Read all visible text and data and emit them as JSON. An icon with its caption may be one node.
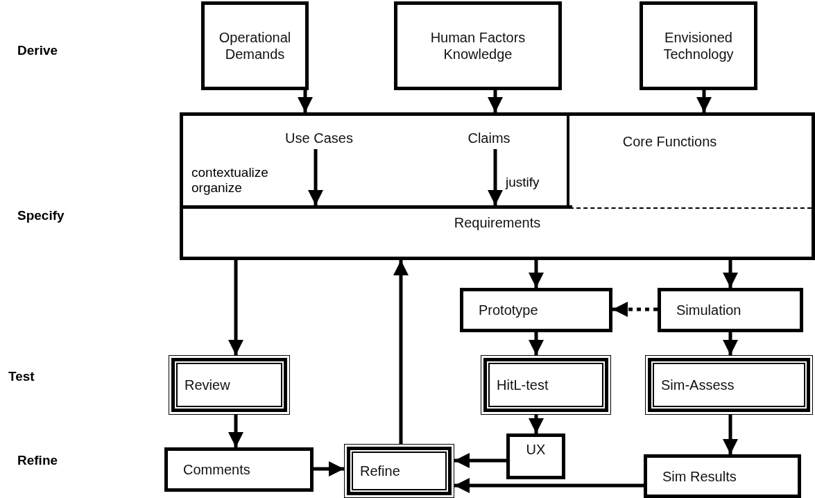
{
  "diagram": {
    "nodes": [
      {
        "text": [
          "Operational Demands"
        ]
      },
      {
        "text": [
          "Human Factors Knowledge"
        ]
      },
      {
        "text": [
          "Envisioned Technology"
        ]
      },
      {
        "text": [],
        "shape": "box"
      },
      {
        "text": [],
        "shape": "box",
        "in": 3
      },
      {
        "text": [
          "Use Cases"
        ],
        "in": 4
      },
      {
        "text": [
          "Claims"
        ],
        "in": 4
      },
      {
        "text": [
          "Core Functions"
        ],
        "in": 3
      },
      {
        "text": [
          "Requirements"
        ],
        "in": 3
      },
      {
        "text": [
          "Prototype"
        ]
      },
      {
        "text": [
          "Simulation"
        ]
      },
      {
        "text": [
          "Review"
        ]
      },
      {
        "text": [
          "HitL-test"
        ]
      },
      {
        "text": [
          "Sim-Assess"
        ]
      },
      {
        "text": [
          "Comments"
        ]
      },
      {
        "text": [
          "Refine"
        ]
      },
      {
        "text": [
          "UX"
        ]
      },
      {
        "text": [
          "Sim Results"
        ]
      }
    ],
    "edges": [
      {
        "from": 0,
        "to": 4,
        "arrow": "to"
      },
      {
        "from": 1,
        "to": 4,
        "arrow": "to"
      },
      {
        "from": 2,
        "to": 7,
        "arrow": "to"
      },
      {
        "from": 5,
        "to": 8,
        "arrow": "to",
        "label": "contextualize organize"
      },
      {
        "from": 6,
        "to": 8,
        "arrow": "to",
        "label": "justify"
      },
      {
        "from": 8,
        "to": 11,
        "arrow": "to"
      },
      {
        "from": 15,
        "to": 8,
        "arrow": "to"
      },
      {
        "from": 8,
        "to": 9,
        "arrow": "to"
      },
      {
        "from": 8,
        "to": 10,
        "arrow": "to"
      },
      {
        "from": 10,
        "to": 9,
        "arrow": "to",
        "style": "dashed"
      },
      {
        "from": 9,
        "to": 12,
        "arrow": "to"
      },
      {
        "from": 10,
        "to": 13,
        "arrow": "to"
      },
      {
        "from": 11,
        "to": 14,
        "arrow": "to"
      },
      {
        "from": 14,
        "to": 15,
        "arrow": "to"
      },
      {
        "from": 12,
        "to": 16,
        "arrow": "to"
      },
      {
        "from": 16,
        "to": 15,
        "arrow": "to"
      },
      {
        "from": 13,
        "to": 17,
        "arrow": "to"
      },
      {
        "from": 17,
        "to": 15,
        "arrow": "to"
      }
    ],
    "labels": [
      "Derive",
      "Specify",
      "Test",
      "Refine"
    ]
  }
}
